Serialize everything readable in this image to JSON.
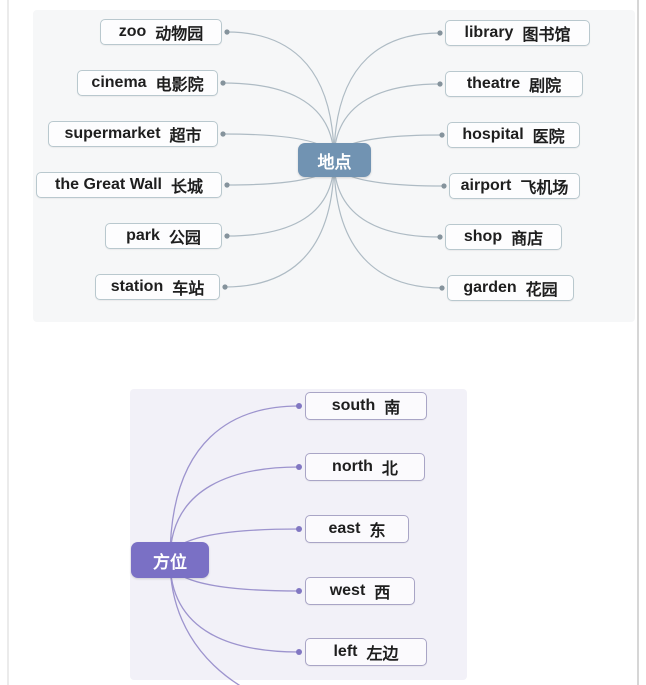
{
  "map_places": {
    "center": {
      "label": "地点"
    },
    "left": [
      {
        "en": "zoo",
        "zh": "动物园"
      },
      {
        "en": "cinema",
        "zh": "电影院"
      },
      {
        "en": "supermarket",
        "zh": "超市"
      },
      {
        "en": "the Great Wall",
        "zh": "长城"
      },
      {
        "en": "park",
        "zh": "公园"
      },
      {
        "en": "station",
        "zh": "车站"
      }
    ],
    "right": [
      {
        "en": "library",
        "zh": "图书馆"
      },
      {
        "en": "theatre",
        "zh": "剧院"
      },
      {
        "en": "hospital",
        "zh": "医院"
      },
      {
        "en": "airport",
        "zh": "飞机场"
      },
      {
        "en": "shop",
        "zh": "商店"
      },
      {
        "en": "garden",
        "zh": "花园"
      }
    ]
  },
  "map_directions": {
    "center": {
      "label": "方位"
    },
    "branches": [
      {
        "en": "south",
        "zh": "南"
      },
      {
        "en": "north",
        "zh": "北"
      },
      {
        "en": "east",
        "zh": "东"
      },
      {
        "en": "west",
        "zh": "西"
      },
      {
        "en": "left",
        "zh": "左边"
      }
    ]
  },
  "colors": {
    "places_center_bg": "#7193b2",
    "directions_center_bg": "#7a70c5",
    "places_line": "#aebbc4",
    "places_dot": "#85939c",
    "directions_line": "#9d94ce",
    "directions_dot": "#8177c2",
    "places_panel_bg": "#f6f7f8",
    "directions_panel_bg": "#f2f1f8",
    "node_border_places": "#b9c8ce",
    "node_border_directions": "#a9a5c6"
  }
}
